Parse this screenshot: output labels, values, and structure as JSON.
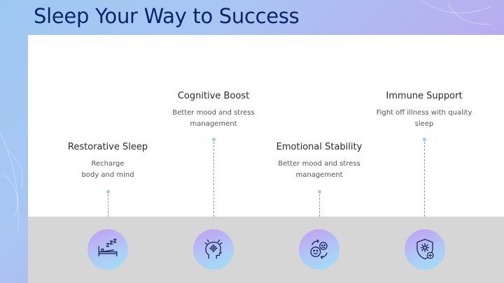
{
  "slide": {
    "title": "Sleep Your Way to Success"
  },
  "benefits": [
    {
      "heading": "Restorative Sleep",
      "desc_line1": "Recharge",
      "desc_line2": "body and mind",
      "icon": "sleep-bed-icon"
    },
    {
      "heading": "Cognitive Boost",
      "desc_line1": "Better mood and stress",
      "desc_line2": "management",
      "icon": "brain-gear-icon"
    },
    {
      "heading": "Emotional Stability",
      "desc_line1": "Better mood and stress",
      "desc_line2": "management",
      "icon": "mood-cycle-icon"
    },
    {
      "heading": "Immune Support",
      "desc_line1": "Fight off illness with quality",
      "desc_line2": "sleep",
      "icon": "immune-shield-icon"
    }
  ],
  "colors": {
    "title": "#0c2566",
    "accent_line": "#9a8ddb",
    "icon_stroke": "#1f2a5e"
  }
}
